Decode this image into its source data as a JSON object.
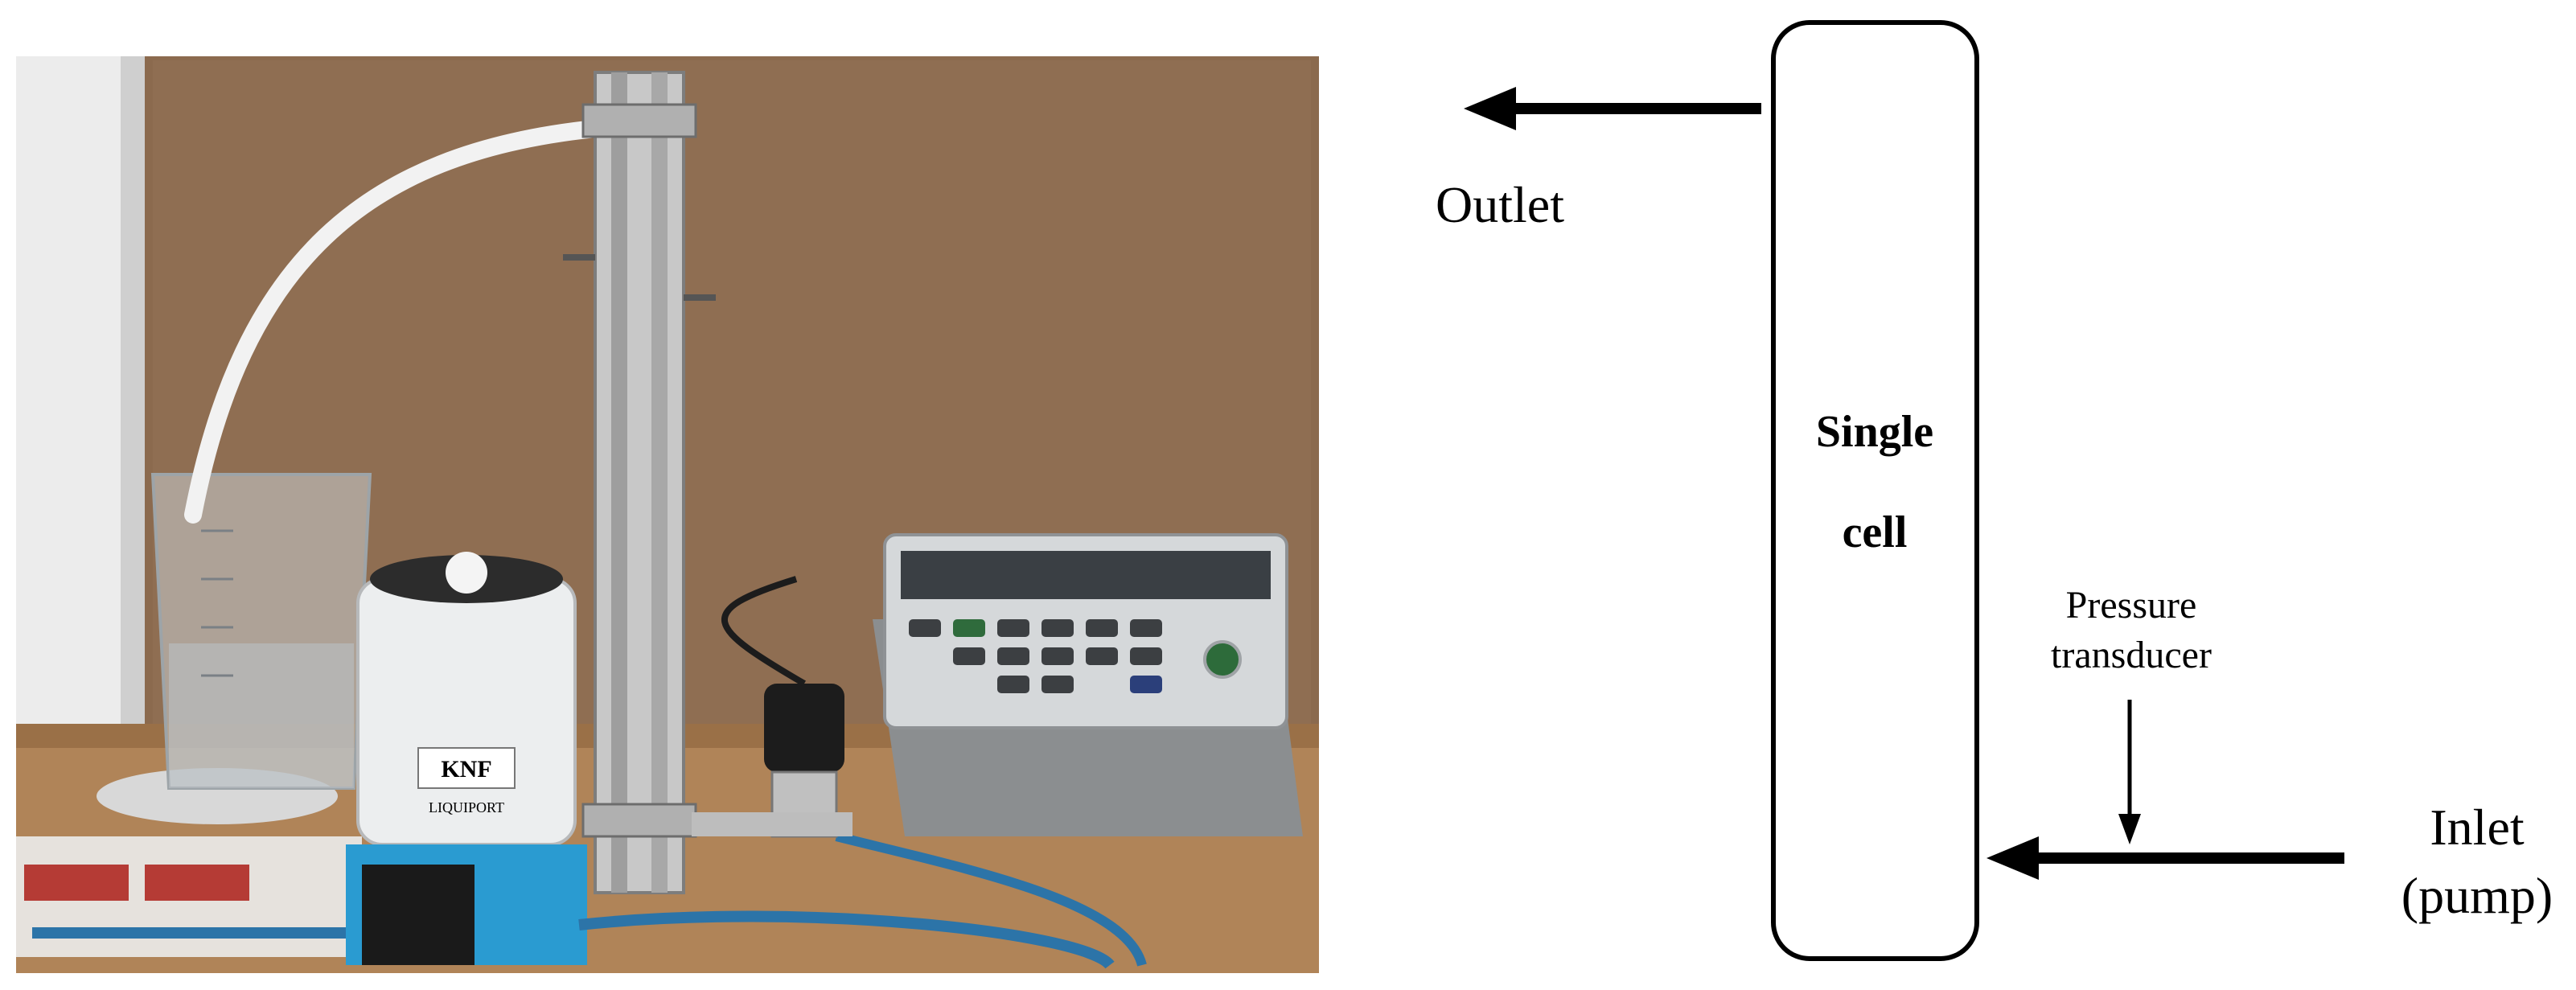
{
  "diagram": {
    "cell_label_line1": "Single",
    "cell_label_line2": "cell",
    "outlet_label": "Outlet",
    "pressure_label_line1": "Pressure",
    "pressure_label_line2": "transducer",
    "inlet_label_line1": "Inlet",
    "inlet_label_line2": "(pump)"
  },
  "photo": {
    "pump_brand": "KNF",
    "pump_model": "LIQUIPORT"
  }
}
